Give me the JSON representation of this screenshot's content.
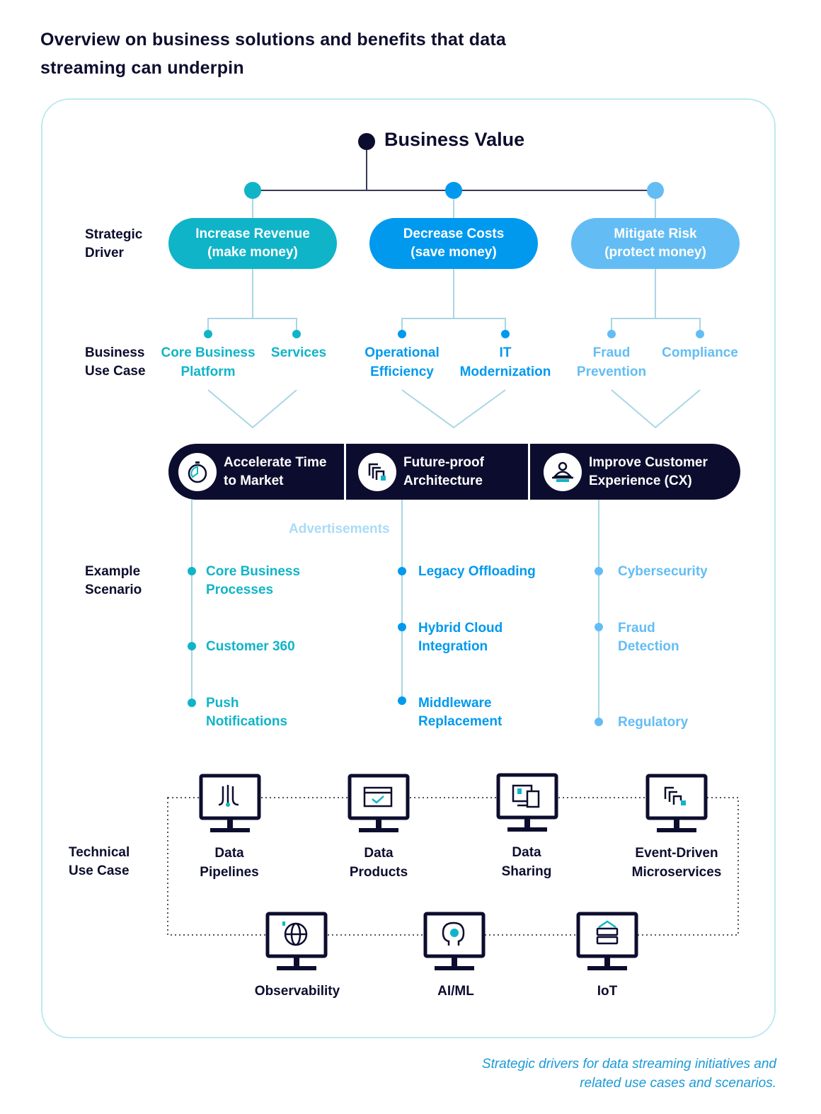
{
  "title": "Overview on business solutions and benefits that data\nstreaming can underpin",
  "business_value": "Business Value",
  "row_labels": {
    "strategic_driver": "Strategic\nDriver",
    "business_use_case": "Business\nUse Case",
    "example_scenario": "Example\nScenario",
    "technical_use_case": "Technical\nUse Case"
  },
  "colors": {
    "navy": "#0c0d2e",
    "teal": "#10b4c8",
    "blue": "#0099ee",
    "light_blue": "#63bdf4",
    "connector": "#a9d6e5"
  },
  "drivers": [
    {
      "label": "Increase Revenue\n(make money)",
      "use_cases": [
        "Core Business\nPlatform",
        "Services"
      ]
    },
    {
      "label": "Decrease Costs\n(save money)",
      "use_cases": [
        "Operational\nEfficiency",
        "IT\nModernization"
      ]
    },
    {
      "label": "Mitigate Risk\n(protect money)",
      "use_cases": [
        "Fraud\nPrevention",
        "Compliance"
      ]
    }
  ],
  "benefits": [
    {
      "label": "Accelerate Time\nto Market",
      "icon": "stopwatch-icon"
    },
    {
      "label": "Future-proof\nArchitecture",
      "icon": "architecture-icon"
    },
    {
      "label": "Improve Customer\nExperience (CX)",
      "icon": "customer-icon"
    }
  ],
  "advertisements": "Advertisements",
  "scenarios": [
    [
      "Core Business\nProcesses",
      "Customer 360",
      "Push\nNotifications"
    ],
    [
      "Legacy Offloading",
      "Hybrid Cloud\nIntegration",
      "Middleware\nReplacement"
    ],
    [
      "Cybersecurity",
      "Fraud\nDetection",
      "Regulatory"
    ]
  ],
  "technical_use_cases": [
    {
      "label": "Data\nPipelines",
      "icon": "pipelines-icon"
    },
    {
      "label": "Data\nProducts",
      "icon": "data-products-icon"
    },
    {
      "label": "Data\nSharing",
      "icon": "data-sharing-icon"
    },
    {
      "label": "Event-Driven\nMicroservices",
      "icon": "microservices-icon"
    },
    {
      "label": "Observability",
      "icon": "globe-icon"
    },
    {
      "label": "AI/ML",
      "icon": "ai-head-icon"
    },
    {
      "label": "IoT",
      "icon": "iot-icon"
    }
  ],
  "caption": "Strategic drivers for data streaming initiatives and\nrelated use cases and scenarios."
}
